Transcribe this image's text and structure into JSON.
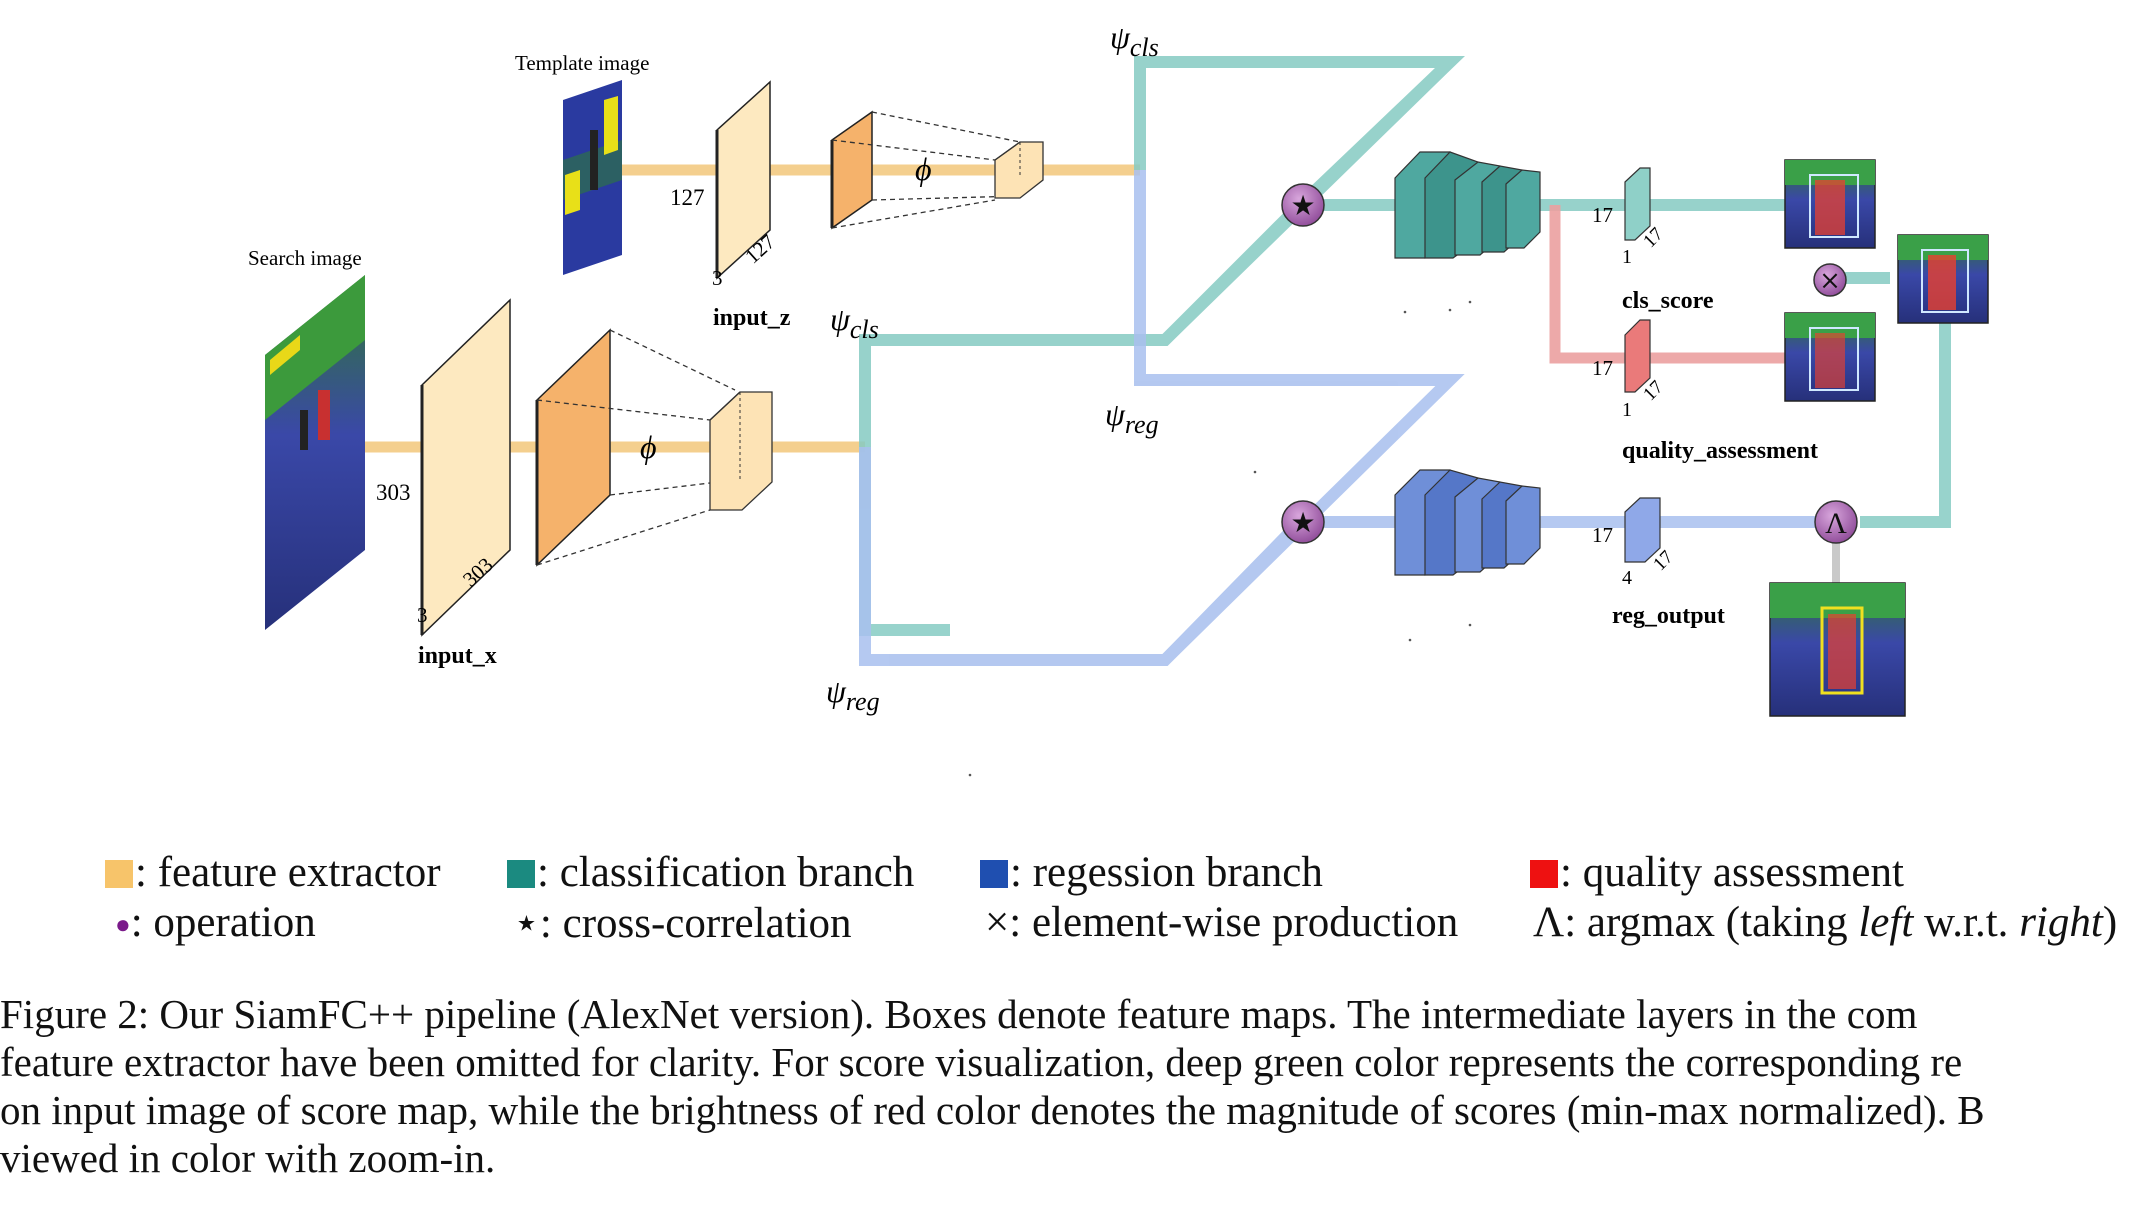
{
  "diagram": {
    "template_image_label": "Template image",
    "search_image_label": "Search image",
    "input_z": "input_z",
    "input_x": "input_x",
    "dim_127_a": "127",
    "dim_127_b": "127",
    "dim_3_z": "3",
    "dim_303_a": "303",
    "dim_303_b": "303",
    "dim_3_x": "3",
    "phi": "ϕ",
    "psi_cls_top": "ψcls",
    "psi_reg_top": "ψreg",
    "psi_cls_bottom": "ψcls",
    "psi_reg_bottom": "ψreg",
    "cls_score": "cls_score",
    "quality_assessment": "quality_assessment",
    "reg_output": "reg_output",
    "dim_17_cls_a": "17",
    "dim_17_cls_b": "17",
    "dim_1_cls": "1",
    "dim_17_qa_a": "17",
    "dim_17_qa_b": "17",
    "dim_1_qa": "1",
    "dim_17_reg_a": "17",
    "dim_17_reg_b": "17",
    "dim_4_reg": "4",
    "op_star": "★",
    "op_times": "×",
    "op_argmax": "Λ",
    "colors": {
      "feature": "#f2c77a",
      "cls": "#7fc6be",
      "reg": "#8fa8e0",
      "qa": "#e08080",
      "op": "#a05fa8"
    }
  },
  "legend": {
    "feature_extractor": ": feature extractor",
    "classification_branch": ": classification branch",
    "regession_branch": ": regession branch",
    "quality_assessment": ": quality assessment",
    "operation_symbol": "●",
    "operation": ": operation",
    "cross_symbol": "⋆",
    "cross_correlation": ": cross-correlation",
    "times_symbol": "×",
    "element_wise": ": element-wise production",
    "lambda_symbol": "Λ",
    "argmax_pre": ": argmax (taking ",
    "argmax_left": "left",
    "argmax_mid": " w.r.t. ",
    "argmax_right": "right",
    "argmax_post": ")",
    "colors": {
      "feature": "#f7c46a",
      "cls": "#1b8a80",
      "reg": "#1f4fb0",
      "qa": "#ee1111",
      "op": "#7a1a8a"
    }
  },
  "caption": {
    "line1": "Figure 2: Our SiamFC++ pipeline (AlexNet version). Boxes denote feature maps. The intermediate layers in the com",
    "line2": "feature extractor have been omitted for clarity. For score visualization, deep green color represents the corresponding re",
    "line3": "on input image of score map, while the brightness of red color denotes the magnitude of scores (min-max normalized). B",
    "line4": "viewed in color with zoom-in."
  }
}
